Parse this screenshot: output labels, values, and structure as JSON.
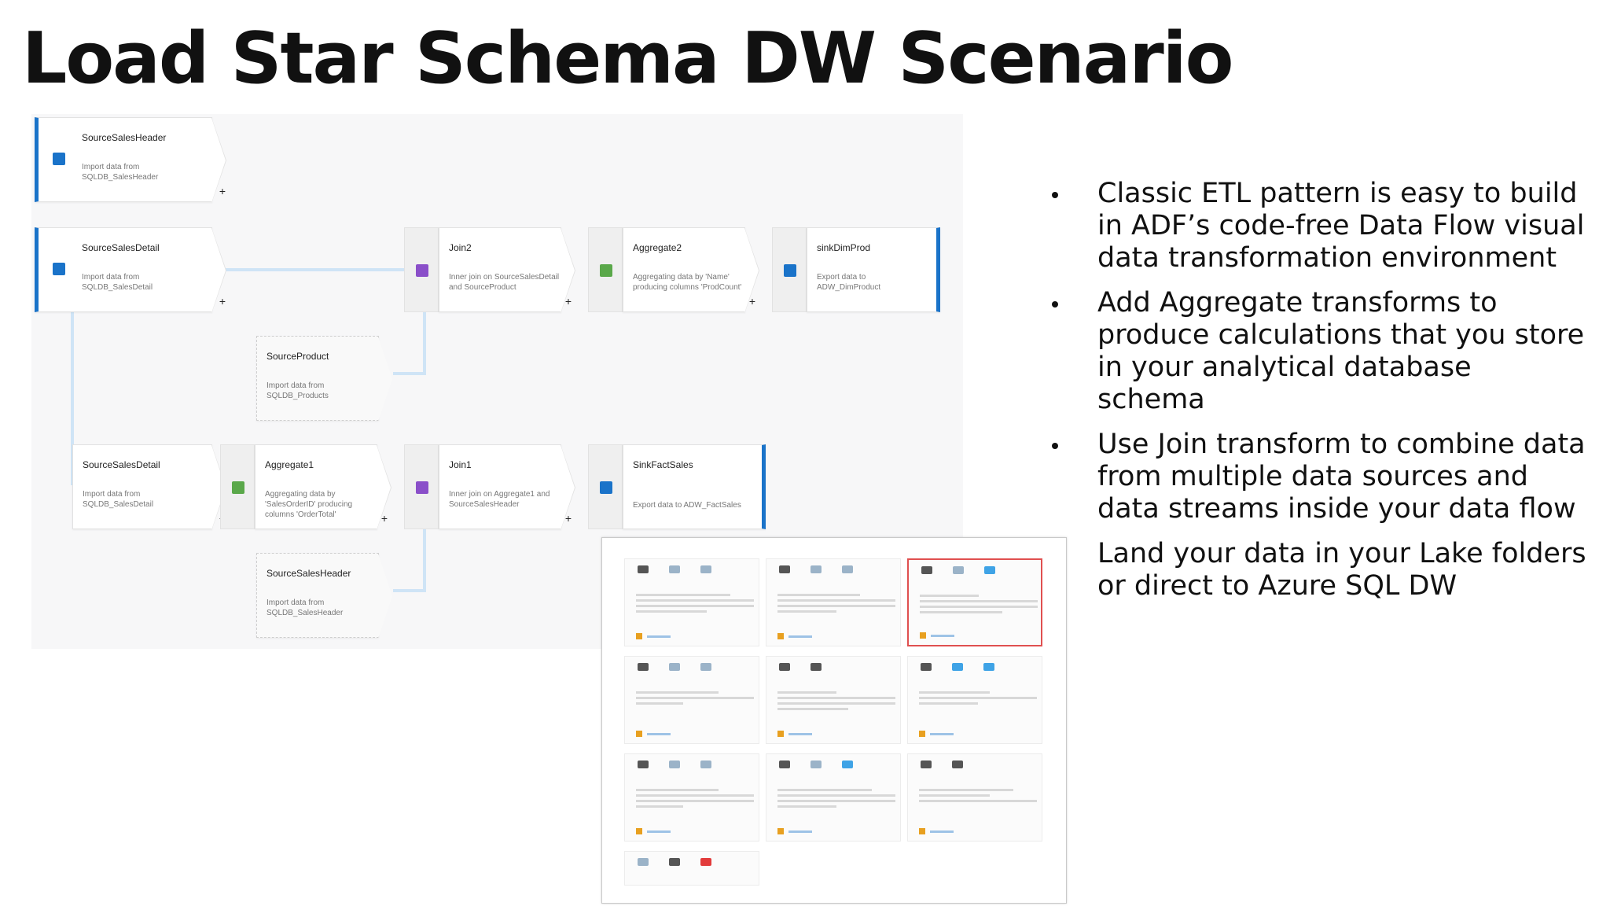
{
  "slide": {
    "title": "Load Star Schema DW Scenario"
  },
  "dataflow": {
    "nodes": [
      {
        "id": "source-sales-header",
        "name": "SourceSalesHeader",
        "desc": "Import data from SQLDB_SalesHeader"
      },
      {
        "id": "source-sales-detail-1",
        "name": "SourceSalesDetail",
        "desc": "Import data from SQLDB_SalesDetail"
      },
      {
        "id": "join2",
        "name": "Join2",
        "desc": "Inner join on SourceSalesDetail and SourceProduct"
      },
      {
        "id": "aggregate2",
        "name": "Aggregate2",
        "desc": "Aggregating data by 'Name' producing columns 'ProdCount'"
      },
      {
        "id": "sink-dim-prod",
        "name": "sinkDimProd",
        "desc": "Export data to ADW_DimProduct"
      },
      {
        "id": "source-product",
        "name": "SourceProduct",
        "desc": "Import data from SQLDB_Products"
      },
      {
        "id": "source-sales-detail-2",
        "name": "SourceSalesDetail",
        "desc": "Import data from SQLDB_SalesDetail"
      },
      {
        "id": "aggregate1",
        "name": "Aggregate1",
        "desc": "Aggregating data by 'SalesOrderID' producing columns 'OrderTotal'"
      },
      {
        "id": "join1",
        "name": "Join1",
        "desc": "Inner join on Aggregate1 and SourceSalesHeader"
      },
      {
        "id": "sink-fact-sales",
        "name": "SinkFactSales",
        "desc": "Export data to ADW_FactSales"
      },
      {
        "id": "source-sales-header-2",
        "name": "SourceSalesHeader",
        "desc": "Import data from SQLDB_SalesHeader"
      }
    ],
    "plus": "+"
  },
  "bullets": [
    {
      "text": "Classic ETL pattern is easy to build in ADF’s code-free Data Flow visual data transformation environment"
    },
    {
      "text": "Add Aggregate transforms to produce calculations that you store in your analytical database schema"
    },
    {
      "text": "Use Join transform to combine data from multiple data sources and data streams inside your data flow"
    },
    {
      "text": "Land your data in your Lake folders or direct to Azure SQL DW"
    }
  ],
  "colors": {
    "source_accent": "#1a73c9",
    "join_icon": "#8a4fc9",
    "aggregate_icon": "#5aa84a",
    "link": "#cfe4f6",
    "selected_card": "#e05050"
  }
}
